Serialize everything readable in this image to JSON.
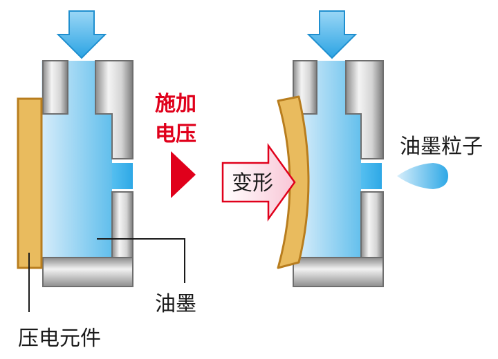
{
  "labels": {
    "apply_voltage_line1": "施加",
    "apply_voltage_line2": "电压",
    "deform": "变形",
    "ink_droplet": "油墨粒子",
    "ink": "油墨",
    "piezo_element": "压电元件"
  },
  "colors": {
    "ink_light": "#d6ecfa",
    "ink_dark": "#3eb1e8",
    "wall_light": "#f2f2f2",
    "wall_dark": "#7a7a7a",
    "piezo_fill": "#e9bb5e",
    "piezo_stroke": "#b87d1e",
    "voltage_arrow": "#e0001b",
    "deform_arrow_fill": "#fde3ec",
    "deform_arrow_stroke": "#e0001b"
  },
  "icons": {
    "pressure_arrow": "down-arrow-icon",
    "voltage_arrow": "right-triangle-icon",
    "deform_arrow": "right-arrow-icon"
  }
}
